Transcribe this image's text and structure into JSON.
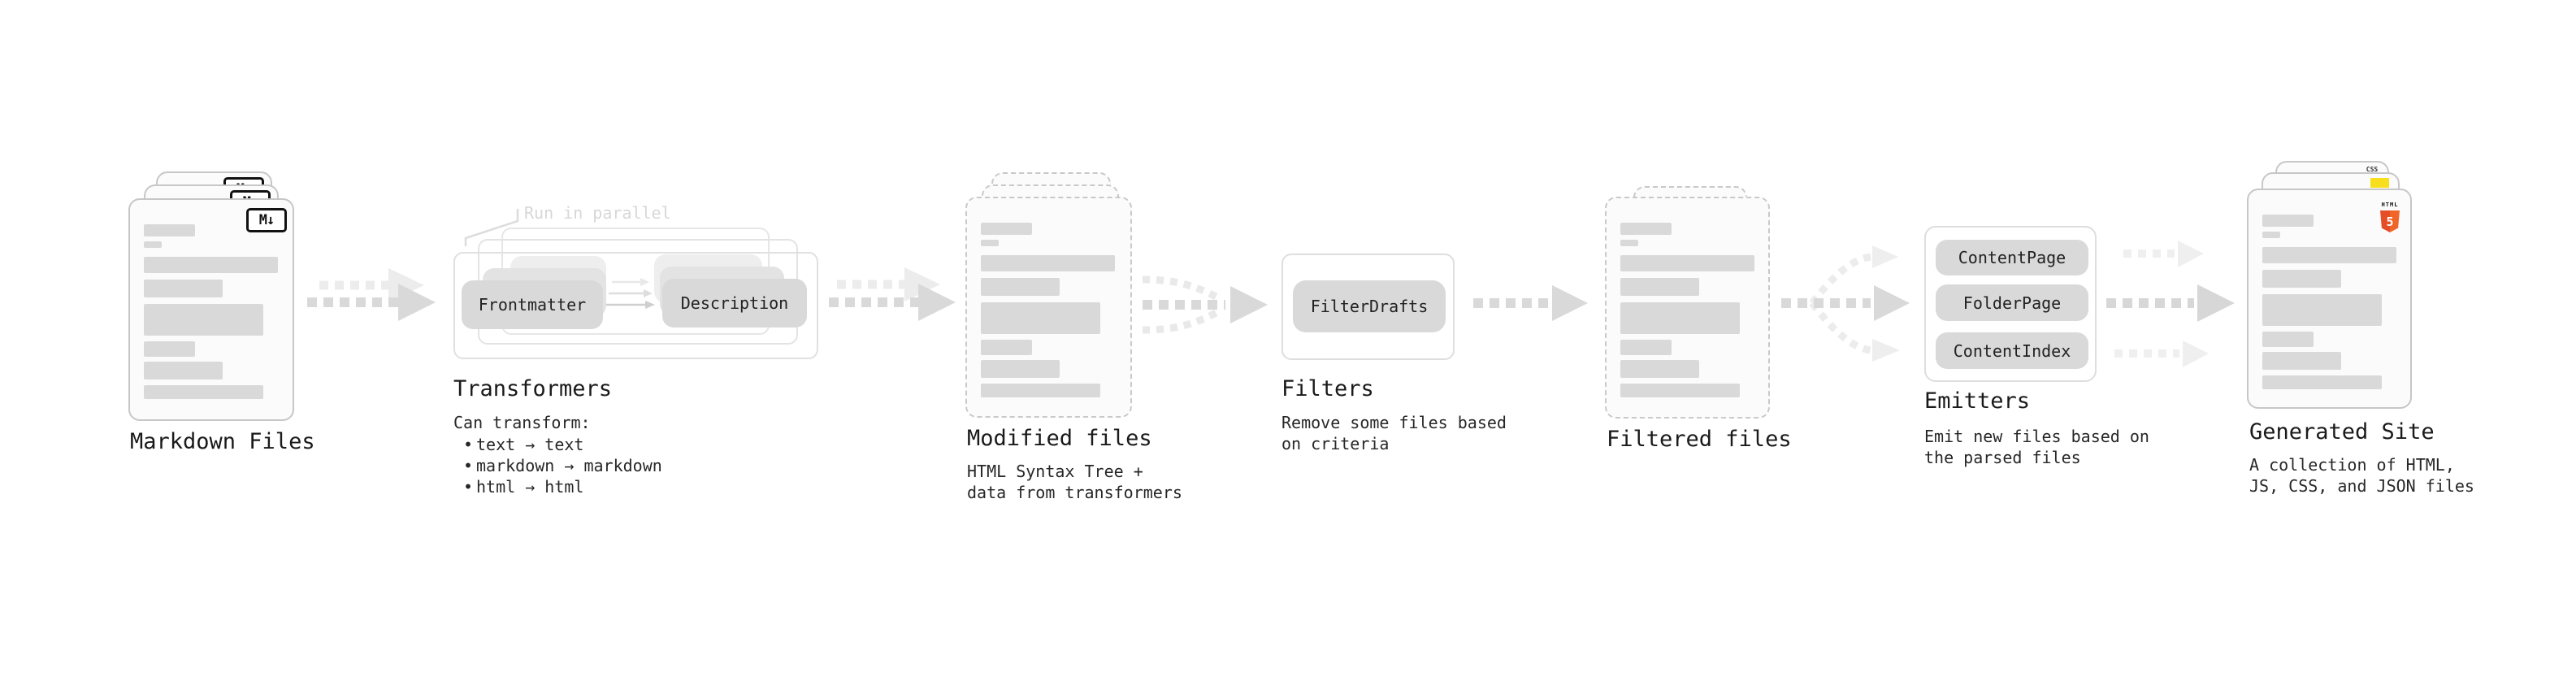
{
  "diagram": {
    "markdown": {
      "label": "Markdown Files",
      "badge": "M↓"
    },
    "transformers": {
      "heading": "Transformers",
      "note": "Run in parallel",
      "pill_left": "Frontmatter",
      "pill_right": "Description",
      "sub": "Can transform:",
      "bullets": [
        "text → text",
        "markdown → markdown",
        "html → html"
      ]
    },
    "modified": {
      "label": "Modified files",
      "sub": "HTML Syntax Tree +\ndata from transformers"
    },
    "filters": {
      "heading": "Filters",
      "pill": "FilterDrafts",
      "sub": "Remove some files based\non criteria"
    },
    "filtered": {
      "label": "Filtered files"
    },
    "emitters": {
      "heading": "Emitters",
      "pills": [
        "ContentPage",
        "FolderPage",
        "ContentIndex"
      ],
      "sub": "Emit new files based on\nthe parsed files"
    },
    "generated": {
      "label": "Generated Site",
      "sub": "A collection of HTML,\nJS, CSS, and JSON files",
      "badge_css": "CSS",
      "badge_html_word": "HTML",
      "badge_html_number": "5"
    }
  },
  "colors": {
    "arrow_main": "#d9d9d9",
    "arrow_faint": "#ececec",
    "pill_bg": "#d9d9d9",
    "card_border": "#c9c9c9",
    "html5_orange": "#e44d26",
    "js_yellow": "#f7df1e",
    "css_blue": "#2d53e5"
  }
}
